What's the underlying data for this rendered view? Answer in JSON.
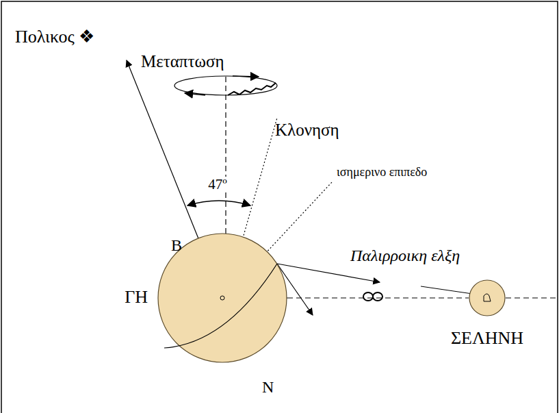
{
  "diagram": {
    "nodes": [
      {
        "text": [
          "ΓΗ"
        ]
      },
      {
        "text": [
          "ΣΕΛΗΝΗ"
        ]
      }
    ],
    "edges": [
      {
        "from": 0,
        "to": 1,
        "arrow": "none"
      }
    ],
    "labels": [
      "Πολικος ❖",
      "Μεταπτωση",
      "Κλονηση",
      "47º",
      "ισημερινο επιπεδο",
      "Β",
      "Παλιρροικη ελξη",
      "Ν"
    ]
  }
}
